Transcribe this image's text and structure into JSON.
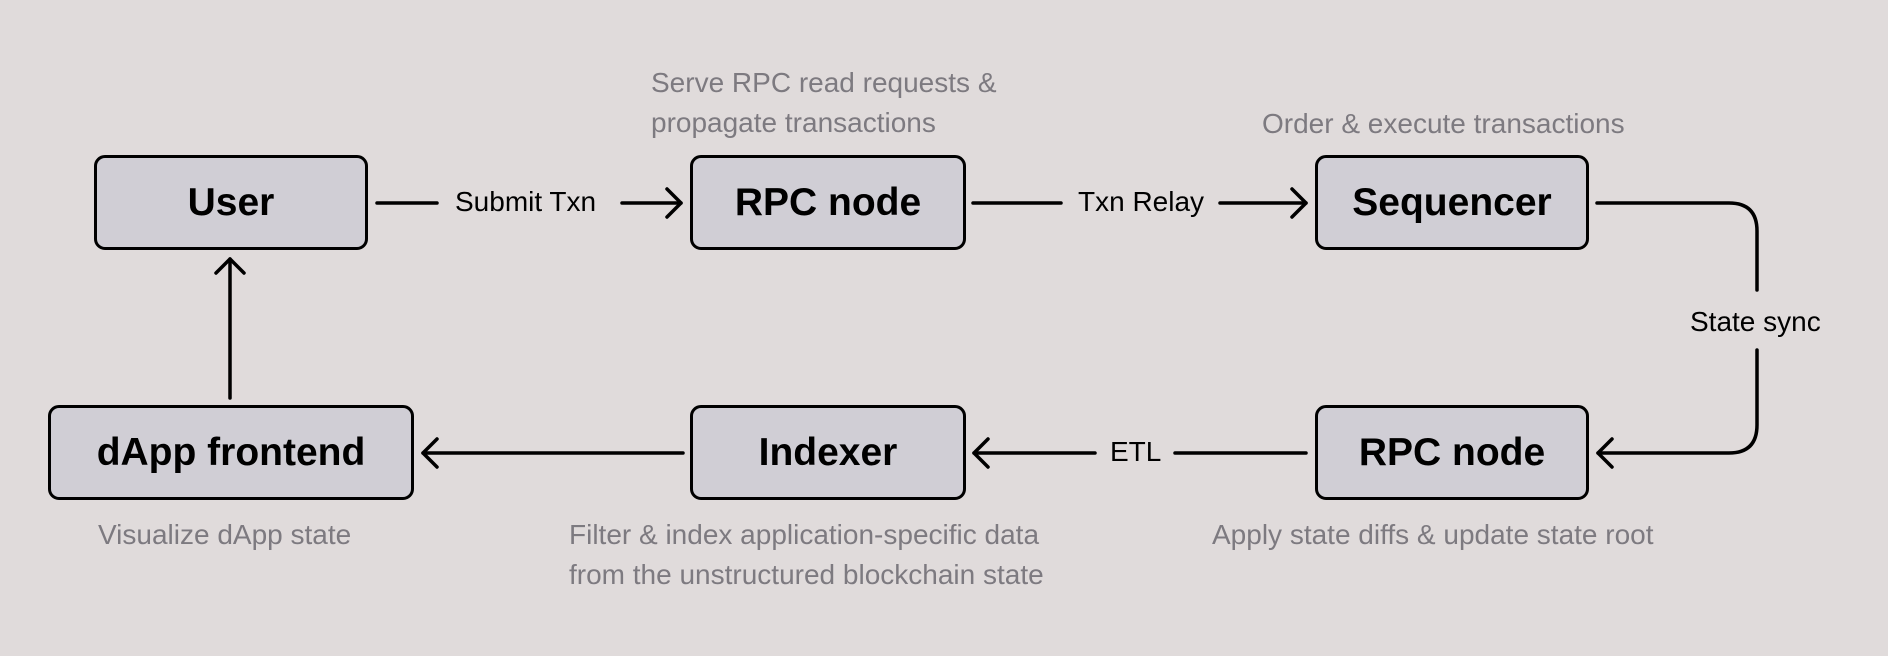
{
  "nodes": {
    "user": "User",
    "rpc_top": "RPC node",
    "sequencer": "Sequencer",
    "dapp_frontend": "dApp frontend",
    "indexer": "Indexer",
    "rpc_bottom": "RPC node"
  },
  "edges": {
    "submit_txn": "Submit Txn",
    "txn_relay": "Txn Relay",
    "state_sync": "State sync",
    "etl": "ETL"
  },
  "notes": {
    "rpc_top": [
      "Serve RPC read requests &",
      "propagate transactions"
    ],
    "sequencer": "Order & execute transactions",
    "dapp_frontend": "Visualize dApp state",
    "indexer": [
      "Filter & index application-specific data",
      "from the unstructured blockchain state"
    ],
    "rpc_bottom": "Apply state diffs & update state root"
  },
  "colors": {
    "background": "#e0dbdb",
    "node_fill": "#d0ced5",
    "note_text": "#7d7a80"
  }
}
